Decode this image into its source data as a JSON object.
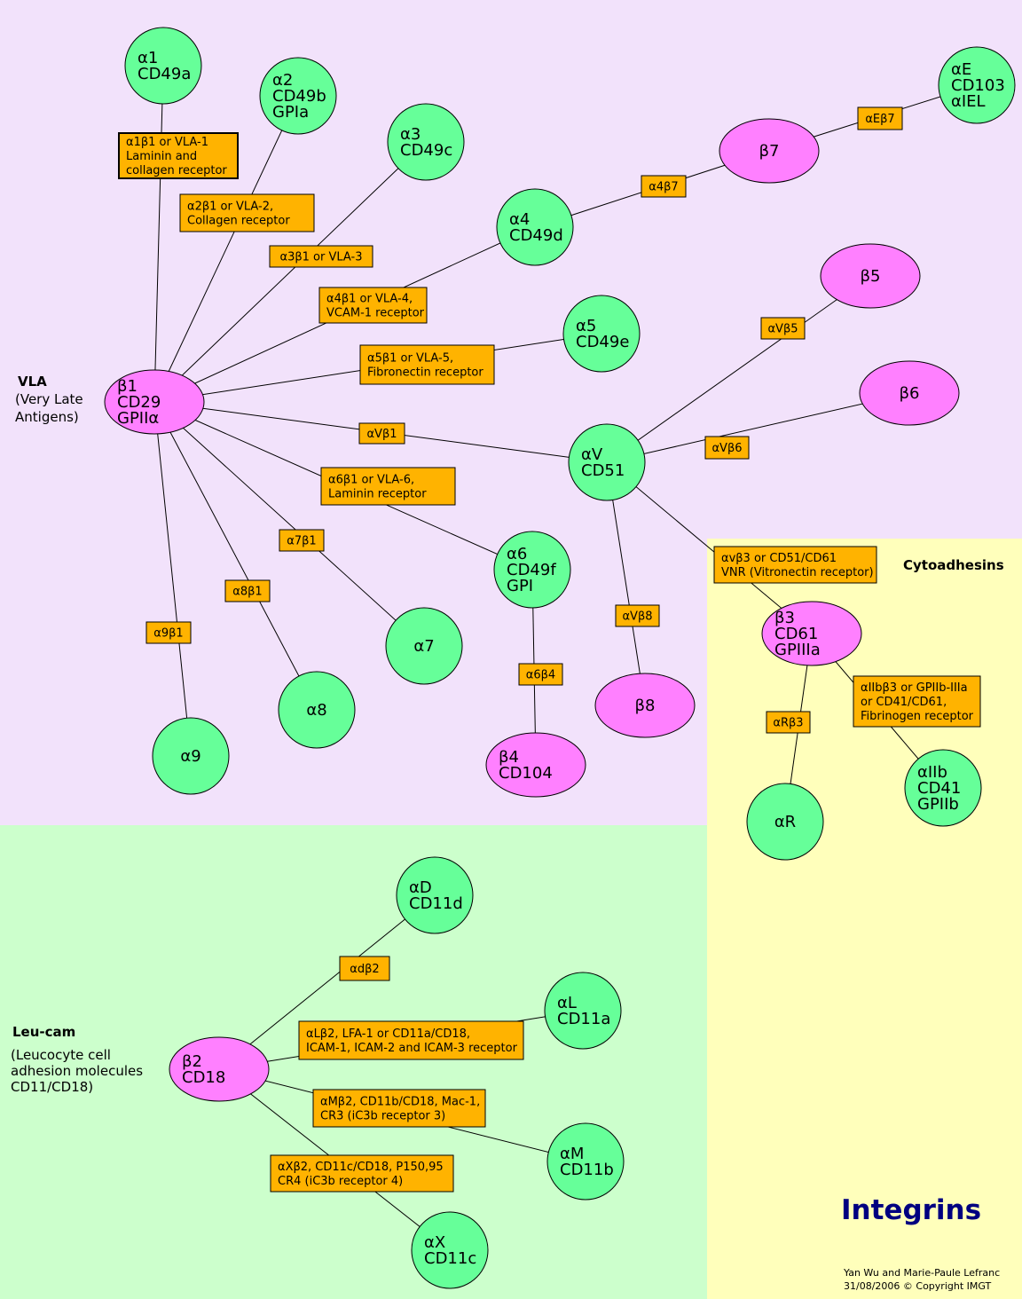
{
  "colors": {
    "vla_region": "#f2e2fb",
    "leucam_region": "#ccffcc",
    "cyto_region": "#ffffbb",
    "alpha_fill": "#66ff99",
    "beta_fill": "#ff80ff",
    "label_fill": "#ffb300",
    "title_color": "#000080"
  },
  "regions": {
    "vla": {
      "title": "VLA",
      "sub": [
        "(Very Late",
        "Antigens)"
      ]
    },
    "leucam": {
      "title": "Leu-cam",
      "sub": [
        "(Leucocyte cell",
        "adhesion molecules",
        "CD11/CD18)"
      ]
    },
    "cyto": {
      "title": "Cytoadhesins"
    }
  },
  "title": "Integrins",
  "credit": [
    "Yan Wu and Marie-Paule Lefranc",
    "31/08/2006 © Copyright IMGT"
  ],
  "nodes": {
    "a1": {
      "kind": "alpha",
      "lines": [
        "α1",
        "CD49a"
      ]
    },
    "a2": {
      "kind": "alpha",
      "lines": [
        "α2",
        "CD49b",
        "GPIa"
      ]
    },
    "a3": {
      "kind": "alpha",
      "lines": [
        "α3",
        "CD49c"
      ]
    },
    "a4": {
      "kind": "alpha",
      "lines": [
        "α4",
        "CD49d"
      ]
    },
    "a5": {
      "kind": "alpha",
      "lines": [
        "α5",
        "CD49e"
      ]
    },
    "a6": {
      "kind": "alpha",
      "lines": [
        "α6",
        "CD49f",
        "GPI"
      ]
    },
    "a7": {
      "kind": "alpha",
      "lines": [
        "α7"
      ]
    },
    "a8": {
      "kind": "alpha",
      "lines": [
        "α8"
      ]
    },
    "a9": {
      "kind": "alpha",
      "lines": [
        "α9"
      ]
    },
    "aE": {
      "kind": "alpha",
      "lines": [
        "αE",
        "CD103",
        "αIEL"
      ]
    },
    "aV": {
      "kind": "alpha",
      "lines": [
        "αV",
        "CD51"
      ]
    },
    "aR": {
      "kind": "alpha",
      "lines": [
        "αR"
      ]
    },
    "aIIb": {
      "kind": "alpha",
      "lines": [
        "αIIb",
        "CD41",
        "GPIIb"
      ]
    },
    "aD": {
      "kind": "alpha",
      "lines": [
        "αD",
        "CD11d"
      ]
    },
    "aL": {
      "kind": "alpha",
      "lines": [
        "αL",
        "CD11a"
      ]
    },
    "aM": {
      "kind": "alpha",
      "lines": [
        "αM",
        "CD11b"
      ]
    },
    "aX": {
      "kind": "alpha",
      "lines": [
        "αX",
        "CD11c"
      ]
    },
    "b1": {
      "kind": "beta",
      "lines": [
        "β1",
        "CD29",
        "GPIIα"
      ]
    },
    "b2": {
      "kind": "beta",
      "lines": [
        "β2",
        "CD18"
      ]
    },
    "b3": {
      "kind": "beta",
      "lines": [
        "β3",
        "CD61",
        "GPIIIa"
      ]
    },
    "b4": {
      "kind": "beta",
      "lines": [
        "β4",
        "CD104"
      ]
    },
    "b5": {
      "kind": "beta",
      "lines": [
        "β5"
      ]
    },
    "b6": {
      "kind": "beta",
      "lines": [
        "β6"
      ]
    },
    "b7": {
      "kind": "beta",
      "lines": [
        "β7"
      ]
    },
    "b8": {
      "kind": "beta",
      "lines": [
        "β8"
      ]
    }
  },
  "edges": [
    {
      "id": "a1b1",
      "from": "b1",
      "to": "a1",
      "lines": [
        "α1β1 or VLA-1",
        "Laminin and",
        "collagen receptor"
      ]
    },
    {
      "id": "a2b1",
      "from": "b1",
      "to": "a2",
      "lines": [
        "α2β1 or VLA-2,",
        "Collagen receptor"
      ]
    },
    {
      "id": "a3b1",
      "from": "b1",
      "to": "a3",
      "lines": [
        "α3β1 or VLA-3"
      ]
    },
    {
      "id": "a4b1",
      "from": "b1",
      "to": "a4",
      "lines": [
        "α4β1 or VLA-4,",
        "VCAM-1 receptor"
      ]
    },
    {
      "id": "a5b1",
      "from": "b1",
      "to": "a5",
      "lines": [
        "α5β1 or VLA-5,",
        "Fibronectin receptor"
      ]
    },
    {
      "id": "aVb1",
      "from": "b1",
      "to": "aV",
      "lines": [
        "αVβ1"
      ]
    },
    {
      "id": "a6b1",
      "from": "b1",
      "to": "a6",
      "lines": [
        "α6β1 or VLA-6,",
        "Laminin receptor"
      ]
    },
    {
      "id": "a7b1",
      "from": "b1",
      "to": "a7",
      "lines": [
        "α7β1"
      ]
    },
    {
      "id": "a8b1",
      "from": "b1",
      "to": "a8",
      "lines": [
        "α8β1"
      ]
    },
    {
      "id": "a9b1",
      "from": "b1",
      "to": "a9",
      "lines": [
        "α9β1"
      ]
    },
    {
      "id": "a4b7",
      "from": "a4",
      "to": "b7",
      "lines": [
        "α4β7"
      ]
    },
    {
      "id": "aEb7",
      "from": "b7",
      "to": "aE",
      "lines": [
        "αEβ7"
      ]
    },
    {
      "id": "aVb5",
      "from": "aV",
      "to": "b5",
      "lines": [
        "αVβ5"
      ]
    },
    {
      "id": "aVb6",
      "from": "aV",
      "to": "b6",
      "lines": [
        "αVβ6"
      ]
    },
    {
      "id": "aVb8",
      "from": "aV",
      "to": "b8",
      "lines": [
        "αVβ8"
      ]
    },
    {
      "id": "aVb3",
      "from": "aV",
      "to": "b3",
      "lines": [
        "αvβ3 or CD51/CD61",
        "VNR (Vitronectin receptor)"
      ]
    },
    {
      "id": "a6b4",
      "from": "a6",
      "to": "b4",
      "lines": [
        "α6β4"
      ]
    },
    {
      "id": "aRb3",
      "from": "b3",
      "to": "aR",
      "lines": [
        "αRβ3"
      ]
    },
    {
      "id": "aIIbb3",
      "from": "b3",
      "to": "aIIb",
      "lines": [
        "αIIbβ3 or GPIIb-IIIa",
        "or CD41/CD61,",
        "Fibrinogen receptor"
      ]
    },
    {
      "id": "adb2",
      "from": "b2",
      "to": "aD",
      "lines": [
        "αdβ2"
      ]
    },
    {
      "id": "aLb2",
      "from": "b2",
      "to": "aL",
      "lines": [
        "αLβ2, LFA-1 or CD11a/CD18,",
        "ICAM-1, ICAM-2 and ICAM-3 receptor"
      ]
    },
    {
      "id": "aMb2",
      "from": "b2",
      "to": "aM",
      "lines": [
        "αMβ2, CD11b/CD18, Mac-1,",
        "CR3 (iC3b receptor 3)"
      ]
    },
    {
      "id": "aXb2",
      "from": "b2",
      "to": "aX",
      "lines": [
        "αXβ2, CD11c/CD18, P150,95",
        "CR4 (iC3b receptor 4)"
      ]
    }
  ]
}
